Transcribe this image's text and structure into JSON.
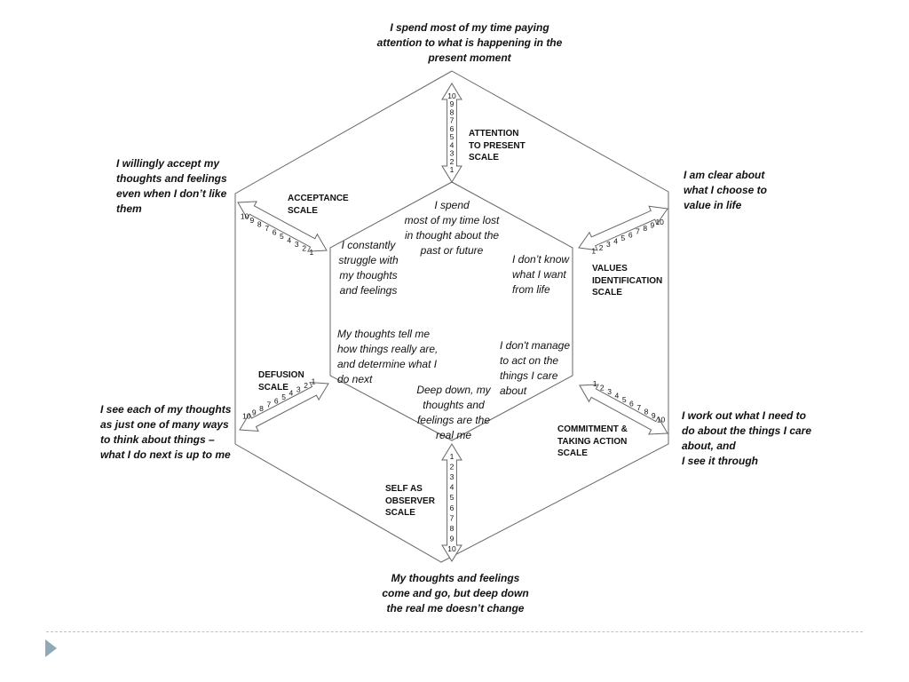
{
  "outer_statements": {
    "attention": "I spend most of my time paying\nattention to what is happening in the\npresent moment",
    "values": "I am clear about\nwhat I choose to\nvalue in life",
    "commitment": "I work out what I need to\ndo about the things I care\nabout, and\nI see it through",
    "self_observer": "My thoughts and feelings\ncome and go, but deep down\nthe real me doesn’t change",
    "defusion": "I see each of my thoughts\nas just one of many ways\nto think about things –\nwhat I do next is up to me",
    "acceptance": "I willingly accept my\nthoughts and feelings\neven when I don’t like\nthem"
  },
  "inner_statements": {
    "attention": "I spend\nmost of my time lost\nin thought about the\npast or future",
    "values": "I don’t know\nwhat I want\nfrom life",
    "commitment": "I don't manage\nto act on the\nthings I care\nabout",
    "self_observer": "Deep down, my\nthoughts and\nfeelings are the\nreal me",
    "defusion": "My thoughts tell me\nhow things really are,\nand determine what I\ndo next",
    "acceptance": "I constantly\nstruggle with\nmy thoughts\nand feelings"
  },
  "scales": {
    "attention": "ATTENTION\nTO PRESENT\nSCALE",
    "values": "VALUES\nIDENTIFICATION\nSCALE",
    "commitment": "COMMITMENT &\nTAKING ACTION\nSCALE",
    "self_observer": "SELF AS\nOBSERVER\nSCALE",
    "defusion": "DEFUSION\nSCALE",
    "acceptance": "ACCEPTANCE\nSCALE"
  },
  "scale_numbers": [
    "1",
    "2",
    "3",
    "4",
    "5",
    "6",
    "7",
    "8",
    "9",
    "10"
  ],
  "colors": {
    "line": "#666666",
    "nav_accent": "#8eaab8"
  }
}
